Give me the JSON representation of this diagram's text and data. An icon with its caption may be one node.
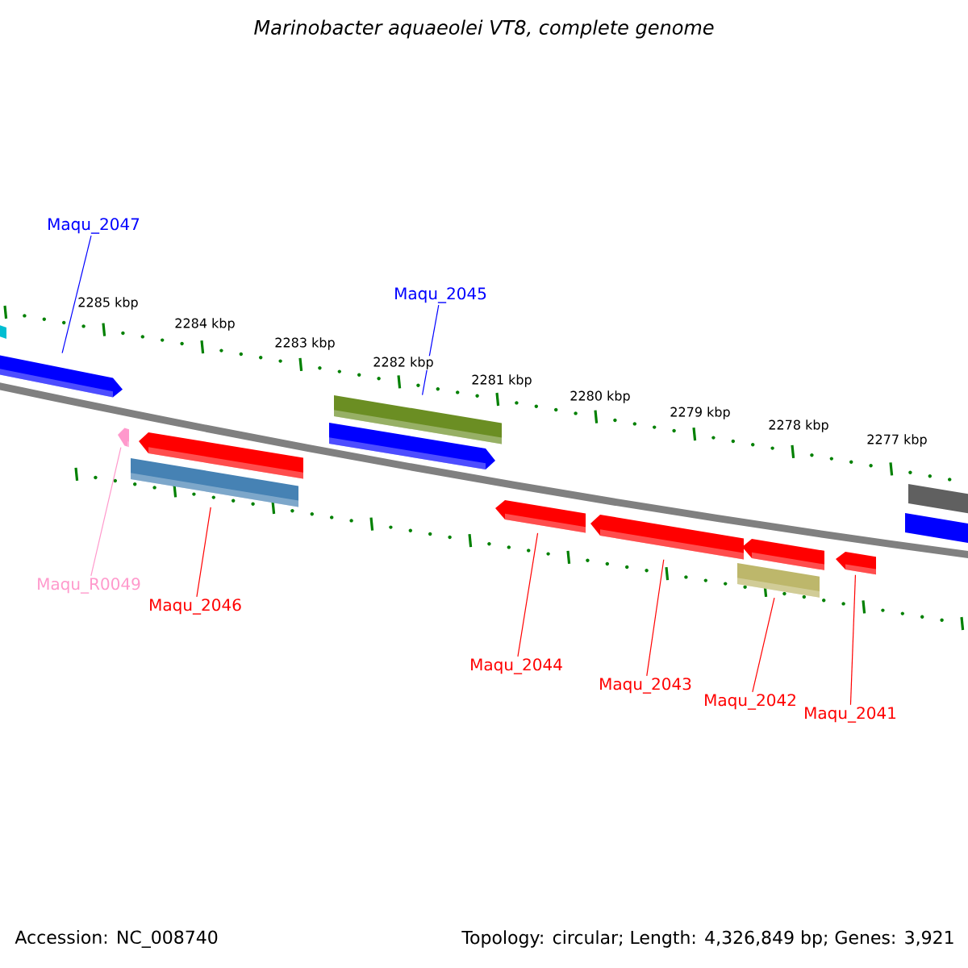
{
  "diagram": {
    "title": "Marinobacter aquaeolei VT8, complete genome",
    "nodes": [
      {
        "text": [
          "Maqu_2047"
        ]
      },
      {
        "text": [
          "Maqu_2045"
        ]
      },
      {
        "text": [
          "Maqu_R0049"
        ]
      },
      {
        "text": [
          "Maqu_2046"
        ]
      },
      {
        "text": [
          "Maqu_2044"
        ]
      },
      {
        "text": [
          "Maqu_2043"
        ]
      },
      {
        "text": [
          "Maqu_2042"
        ]
      },
      {
        "text": [
          "Maqu_2041"
        ]
      },
      {
        "text": [],
        "shape": "arrow"
      },
      {
        "text": [],
        "shape": "bar"
      },
      {
        "text": [],
        "shape": "arrow"
      },
      {
        "text": [],
        "shape": "arrow"
      },
      {
        "text": [],
        "shape": "arrow"
      },
      {
        "text": [],
        "shape": "bar"
      },
      {
        "text": [],
        "shape": "arrow"
      },
      {
        "text": [],
        "shape": "arrow"
      },
      {
        "text": [],
        "shape": "arrow"
      },
      {
        "text": [],
        "shape": "bar"
      },
      {
        "text": [],
        "shape": "arrow"
      }
    ],
    "edges": [
      {
        "from": 0,
        "to": 8,
        "arrow": "none",
        "color": "#0000ff"
      },
      {
        "from": 1,
        "to": 9,
        "arrow": "none",
        "color": "#0000ff"
      },
      {
        "from": 2,
        "to": 11,
        "arrow": "none",
        "color": "#ff99cc"
      },
      {
        "from": 3,
        "to": 13,
        "arrow": "none"
      },
      {
        "from": 4,
        "to": 14,
        "arrow": "none"
      },
      {
        "from": 5,
        "to": 15,
        "arrow": "none"
      },
      {
        "from": 6,
        "to": 17,
        "arrow": "none"
      },
      {
        "from": 7,
        "to": 18,
        "arrow": "none"
      }
    ],
    "labels": [
      "2285 kbp",
      "2284 kbp",
      "2283 kbp",
      "2282 kbp",
      "2281 kbp",
      "2280 kbp",
      "2279 kbp",
      "2278 kbp",
      "2277 kbp",
      "Accession: NC_008740",
      "Topology: circular; Length: 4,326,849 bp; Genes: 3,921"
    ]
  }
}
